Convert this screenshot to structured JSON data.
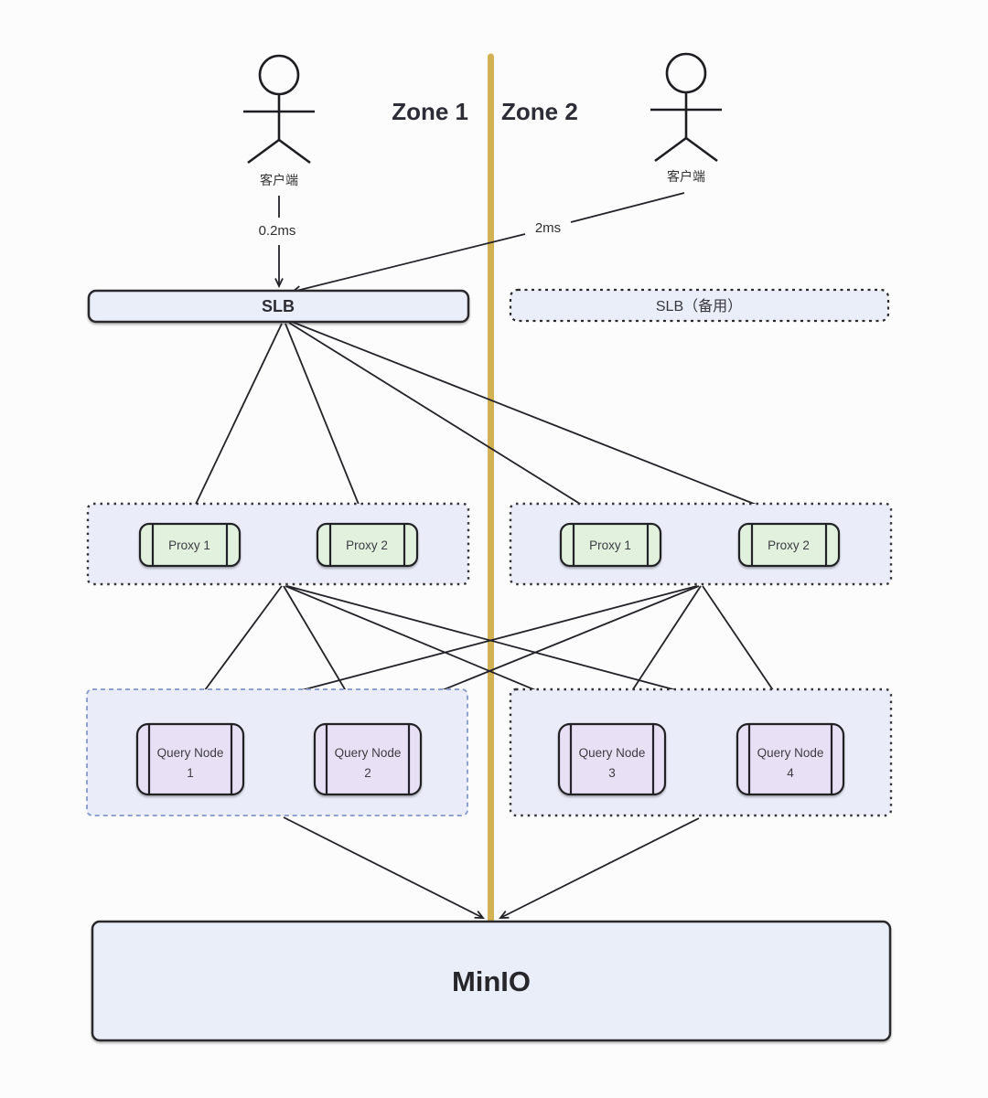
{
  "diagram": {
    "title_zones": {
      "zone1": "Zone 1",
      "zone2": "Zone 2"
    },
    "clients": {
      "zone1": {
        "label": "客户端",
        "latency": "0.2ms"
      },
      "zone2": {
        "label": "客户端",
        "latency": "2ms"
      }
    },
    "slb": {
      "primary": "SLB",
      "backup": "SLB（备用）"
    },
    "proxies": {
      "zone1": [
        {
          "label": "Proxy 1"
        },
        {
          "label": "Proxy 2"
        }
      ],
      "zone2": [
        {
          "label": "Proxy 1"
        },
        {
          "label": "Proxy 2"
        }
      ]
    },
    "query_nodes": {
      "zone1": [
        {
          "line1": "Query Node",
          "line2": "1"
        },
        {
          "line1": "Query Node",
          "line2": "2"
        }
      ],
      "zone2": [
        {
          "line1": "Query Node",
          "line2": "3"
        },
        {
          "line1": "Query Node",
          "line2": "4"
        }
      ]
    },
    "storage": {
      "label": "MinIO"
    },
    "colors": {
      "zone_divider": "#d3b155",
      "solid_box_fill": "#eaeef8",
      "container_fill": "#eaedf9",
      "proxy_fill": "#e1f1de",
      "query_fill": "#e8e0f4",
      "stroke_dark": "#27272a",
      "zone1_query_border": "#8fa2cf"
    }
  }
}
